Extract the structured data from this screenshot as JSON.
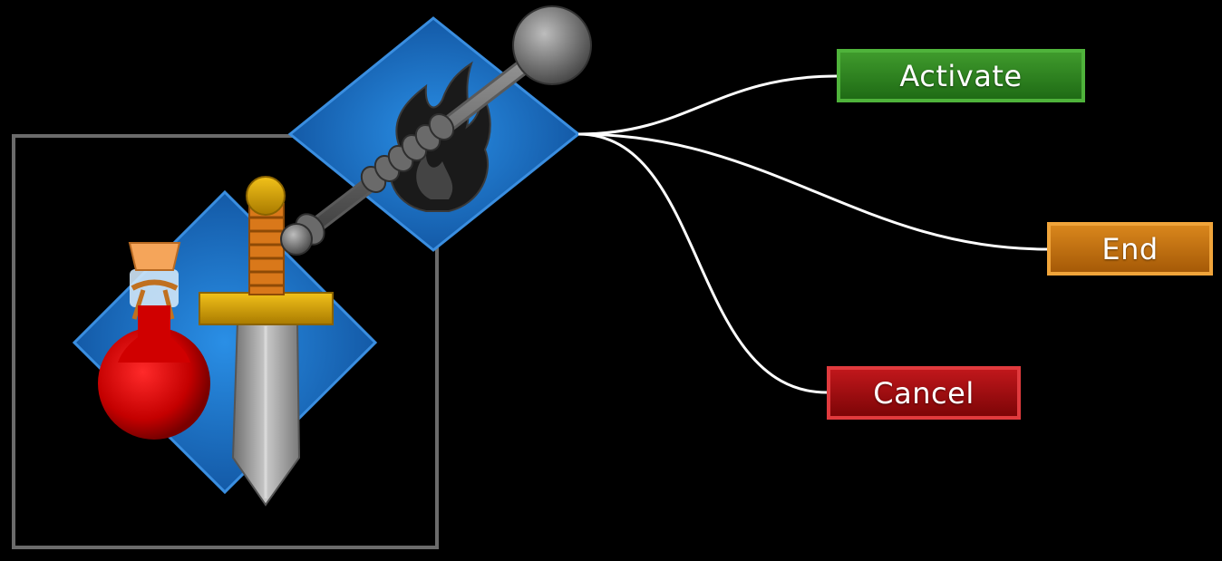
{
  "outcomes": {
    "activate": {
      "label": "Activate",
      "color": "#2e8a22"
    },
    "end": {
      "label": "End",
      "color": "#c2730f"
    },
    "cancel": {
      "label": "Cancel",
      "color": "#a50d10"
    }
  },
  "icons": {
    "ability": "fire-icon",
    "equipment": [
      "potion-icon",
      "sword-icon"
    ],
    "connector": "rod-connector-icon"
  },
  "colors": {
    "background": "#000000",
    "diamond_blue": "#1a72c9",
    "frame_gray": "#6b6b6b",
    "connector_line": "#ffffff"
  }
}
